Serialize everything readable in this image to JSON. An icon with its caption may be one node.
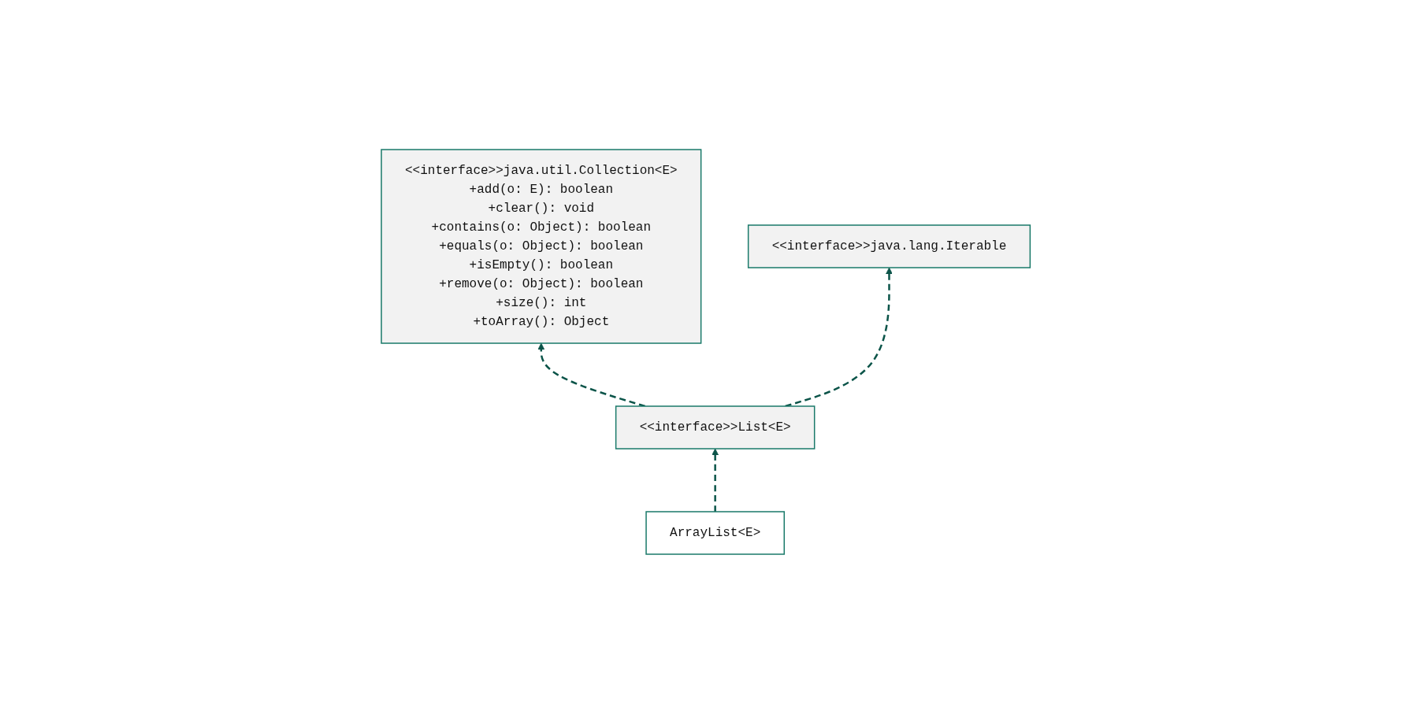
{
  "diagram": {
    "nodes": [
      {
        "text": [
          "<<interface>>java.lang.Iterable"
        ]
      },
      {
        "text": [
          "<<interface>>java.util.Collection<E>",
          "+add(o: E): boolean",
          "+clear(): void",
          "+contains(o: Object): boolean",
          "+equals(o: Object): boolean",
          "+isEmpty(): boolean",
          "+remove(o: Object): boolean",
          "+size(): int",
          "+toArray(): Object"
        ]
      },
      {
        "text": [
          "<<interface>>List<E>"
        ]
      },
      {
        "text": [
          "ArrayList<E>"
        ]
      }
    ],
    "edges": [
      {
        "from": 2,
        "to": 1,
        "arrow": "to",
        "style": "dashed"
      },
      {
        "from": 2,
        "to": 0,
        "arrow": "to",
        "style": "dashed"
      },
      {
        "from": 3,
        "to": 2,
        "arrow": "to",
        "style": "dashed"
      }
    ]
  }
}
